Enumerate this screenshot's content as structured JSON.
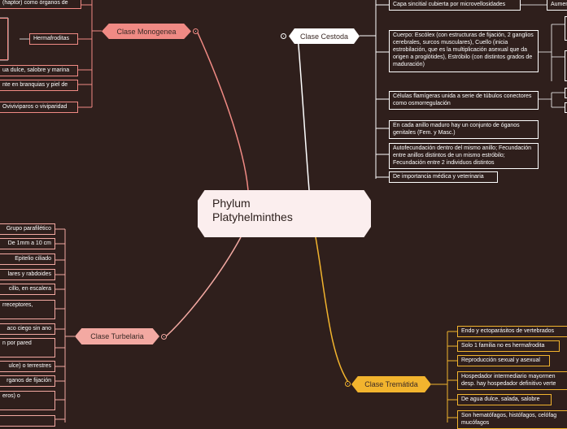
{
  "root": {
    "line1": "Phylum",
    "line2": "Platyhelminthes"
  },
  "branches": {
    "monogenea": {
      "label": "Clase Monogenea",
      "color": "#f08a84",
      "leaves": [
        "(haptor) como órganos de",
        "Hermafroditas",
        "ua dulce, salobre y marina",
        "nte en branquias y piel de",
        "Oviviviparos o viviparidad"
      ]
    },
    "cestoda": {
      "label": "Clase Cestoda",
      "color": "#ffffff",
      "leaves": [
        "Capa sincitial cubierta por microvellosidades",
        "Cuerpo: Escólex (con estructuras de fijación, 2 ganglios cerebrales, surcos musculares), Cuello (inicia estrobilación, que es la multiplicación asexual que da origen a proglótides), Estróbilo (con distintos grados de maduración)",
        "Células flamígeras unida a serie de túbulos conectores como osmorregulación",
        "En cada anillo maduro hay un conjunto de óganos genitales (Fem. y Masc.)",
        "Autofecundación dentro del mismo anillo; Fecundación entre anillos distintos de un mismo estróbilo; Fecundación entre 2 individuos distintos",
        "De importancia médica y veterinaria"
      ],
      "sub_leaves": [
        "Aumen"
      ]
    },
    "turbelaria": {
      "label": "Clase Turbelaria",
      "color": "#f3a9a2",
      "leaves": [
        "Grupo parafilético",
        "De 1mm a 10 cm",
        "Epitelio ciliado",
        "lares y rabdoides",
        "cillo, en escalera",
        "rreceptores,",
        "aco ciego sin ano",
        "n por pared",
        "ulce) o terrestres",
        "rganos de fijación",
        "eros) o"
      ]
    },
    "trematida": {
      "label": "Clase Tremátida",
      "color": "#f2b42e",
      "leaves": [
        "Endo y ectoparásitos de vertebrados",
        "Solo 1 familia no es hermafrodita",
        "Reproducción sexual y asexual",
        "Hospedador intermediario mayormen desp. hay hospedador definitivo verte",
        "De agua dulce, salada, salobre",
        "Son hematófagos, histófagos, celófag mucófagos"
      ]
    }
  }
}
